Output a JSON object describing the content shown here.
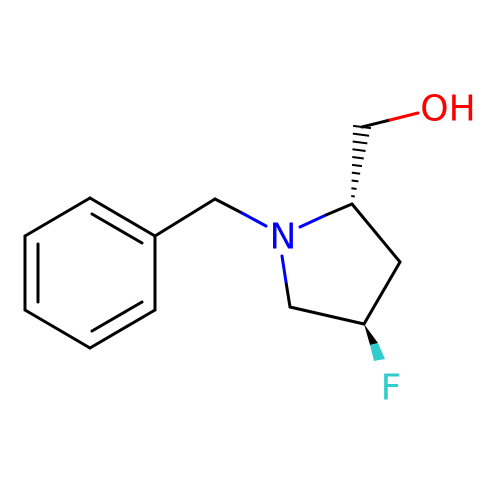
{
  "molecule": {
    "atoms": {
      "nitrogen": {
        "symbol": "N",
        "color": "#0000ff"
      },
      "hydroxyl": {
        "symbol": "OH",
        "color": "#ff0000"
      },
      "fluorine": {
        "symbol": "F",
        "color": "#33cccc"
      }
    },
    "colors": {
      "bond": "#000000",
      "n_bond": "#0000ff",
      "o_bond": "#ff0000",
      "f_wedge": "#33cccc",
      "background": "#ffffff"
    }
  }
}
